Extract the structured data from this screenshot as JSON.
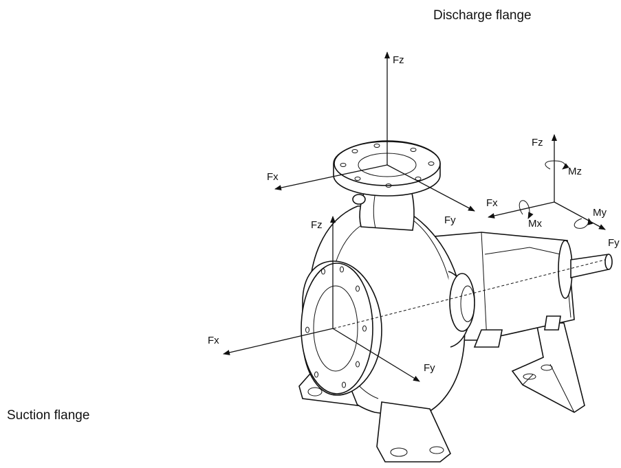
{
  "titles": {
    "discharge": "Discharge flange",
    "suction": "Suction flange"
  },
  "axes": {
    "discharge": {
      "fz": "Fz",
      "fx": "Fx",
      "fy": "Fy"
    },
    "reference": {
      "fz": "Fz",
      "fx": "Fx",
      "fy": "Fy",
      "mz": "Mz",
      "mx": "Mx",
      "my": "My"
    },
    "suction": {
      "fz": "Fz",
      "fx": "Fx",
      "fy": "Fy"
    }
  },
  "colors": {
    "line": "#111111",
    "background": "#ffffff"
  }
}
